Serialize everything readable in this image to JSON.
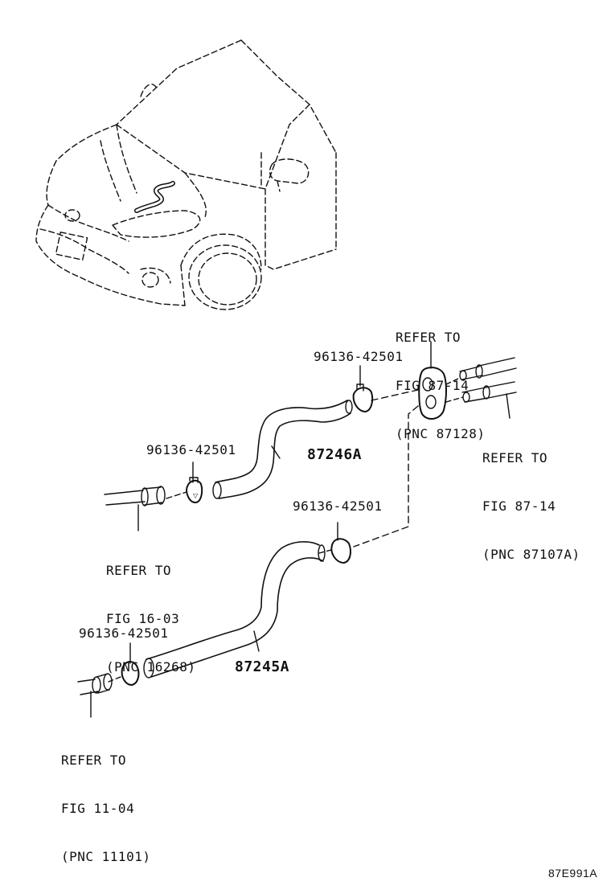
{
  "labels": {
    "ref_87128": [
      "REFER TO",
      "FIG 87-14",
      "(PNC 87128)"
    ],
    "ref_87107a": [
      "REFER TO",
      "FIG 87-14",
      "(PNC 87107A)"
    ],
    "ref_16268": [
      "REFER TO",
      "FIG 16-03",
      "(PNC 16268)"
    ],
    "ref_11101": [
      "REFER TO",
      "FIG 11-04",
      "(PNC 11101)"
    ],
    "clamp_upper_right": "96136-42501",
    "clamp_upper_left": "96136-42501",
    "clamp_lower_right": "96136-42501",
    "clamp_lower_left": "96136-42501",
    "hose_upper": "87246A",
    "hose_lower": "87245A",
    "figure_code": "87E991A"
  },
  "icons": [
    "car-front-icon",
    "hose-icon",
    "clamp-icon",
    "grommet-icon",
    "pipe-icon"
  ]
}
